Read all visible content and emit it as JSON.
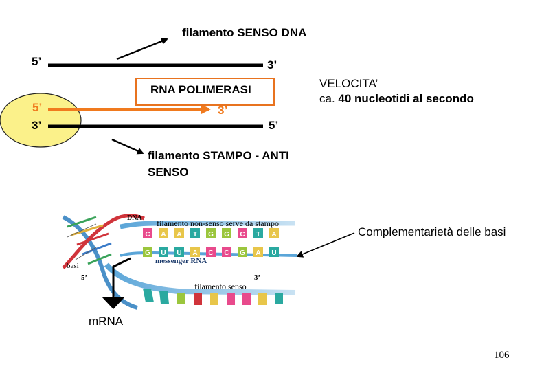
{
  "top": {
    "sense_strand_label": {
      "prefix": "filamento ",
      "bold": "SENSO DNA"
    },
    "rna_polymerase_label": "RNA POLIMERASI",
    "template_strand_label": {
      "line1": "filamento STAMPO - ANTI",
      "line2": "SENSO"
    },
    "ends": {
      "top_left": "5’",
      "top_right": "3’",
      "rna_left": "5’",
      "rna_right": "3’",
      "bottom_left": "3’",
      "bottom_right": "5’"
    },
    "speed": {
      "line1": "VELOCITA’",
      "line2_prefix": "ca. ",
      "line2_bold": "40 nucleotidi al secondo"
    }
  },
  "illustration": {
    "dna_label": "DNA",
    "template_caption": "filamento non-senso serve da stampo",
    "template_bases": [
      "C",
      "A",
      "A",
      "T",
      "G",
      "G",
      "C",
      "T",
      "A"
    ],
    "rna_bases": [
      "G",
      "U",
      "U",
      "A",
      "C",
      "C",
      "G",
      "A",
      "U"
    ],
    "messenger_label": "messenger RNA",
    "basi_label": "basi",
    "five_prime": "5’",
    "three_prime": "3’",
    "sense_caption": "filamento senso",
    "mrna_label": "mRNA",
    "complementarity_label": "Complementarietà delle basi"
  },
  "page_number": "106",
  "colors": {
    "strand": "#000000",
    "rna": "#f07a1e",
    "polymerase_ellipse_fill": "#fbf18a",
    "polymerase_box_border": "#e8731f",
    "base_C": "#e84a8c",
    "base_A": "#e8c64a",
    "base_T": "#2aa9a0",
    "base_G": "#9bc63d",
    "base_U": "#2aa9a0"
  }
}
